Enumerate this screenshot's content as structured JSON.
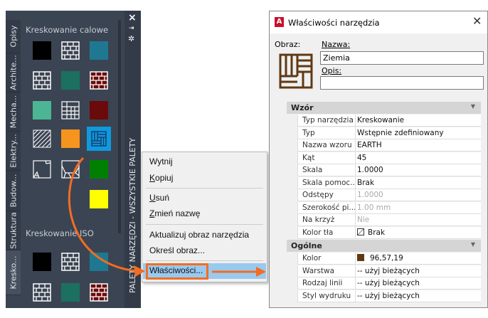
{
  "palette": {
    "tabs": [
      "Opisy",
      "Archite...",
      "Mecha...",
      "Elektry...",
      "Budow...",
      "Struktura",
      "Kresko..."
    ],
    "active_tab": "Kresko...",
    "section1": "Kreskowanie calowe",
    "section2": "Kreskowanie ISO",
    "title": "PALETY NARZĘDZI - WSZYSTKIE PALETY",
    "close_icon": "×"
  },
  "context_menu": {
    "items": [
      "Wytnij",
      "Kopiuj",
      "Usuń",
      "Zmień nazwę",
      "Aktualizuj obraz narzędzia",
      "Określ obraz...",
      "Właściwości..."
    ],
    "highlighted": "Właściwości..."
  },
  "dialog": {
    "title": "Właściwości narzędzia",
    "image_label": "Obraz:",
    "name_label": "Nazwa:",
    "name_value": "Ziemia",
    "desc_label": "Opis:",
    "desc_value": "",
    "groups": [
      {
        "title": "Wzór",
        "rows": [
          {
            "name": "Typ narzędzia",
            "value": "Kreskowanie",
            "disabled": false
          },
          {
            "name": "Typ",
            "value": "Wstępnie zdefiniowany",
            "disabled": false
          },
          {
            "name": "Nazwa wzoru",
            "value": "EARTH",
            "disabled": false
          },
          {
            "name": "Kąt",
            "value": "45",
            "disabled": false
          },
          {
            "name": "Skala",
            "value": "1.0000",
            "disabled": false
          },
          {
            "name": "Skala  pomoc...",
            "value": "Brak",
            "disabled": false
          },
          {
            "name": "Odstępy",
            "value": "1.0000",
            "disabled": true
          },
          {
            "name": "Szerokość  pi...",
            "value": "1.00 mm",
            "disabled": true
          },
          {
            "name": "Na krzyż",
            "value": "Nie",
            "disabled": true
          },
          {
            "name": "Kolor tła",
            "value": "Brak",
            "disabled": false
          }
        ]
      },
      {
        "title": "Ogólne",
        "rows": [
          {
            "name": "Kolor",
            "value": "96,57,19",
            "disabled": false
          },
          {
            "name": "Warstwa",
            "value": "-- użyj bieżących",
            "disabled": false
          },
          {
            "name": "Rodzaj linii",
            "value": "-- użyj bieżących",
            "disabled": false
          },
          {
            "name": "Styl wydruku",
            "value": "-- użyj bieżących",
            "disabled": false
          }
        ]
      }
    ]
  },
  "colors": {
    "accent": "#f26d21",
    "selected": "#0e9ae0",
    "earth": "#603913",
    "teal": "#1e7891",
    "green_teal": "#1c7060",
    "mint": "#4cb594",
    "maroon": "#6b0a0a",
    "orange": "#f7941d",
    "green": "#008000",
    "yellow": "#ffff00"
  }
}
